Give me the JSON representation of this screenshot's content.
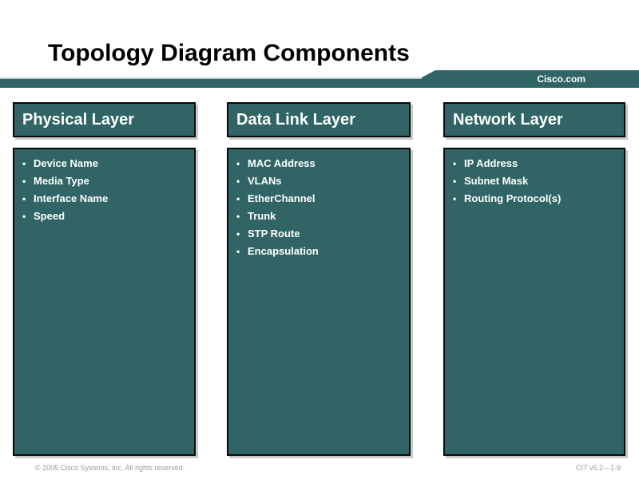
{
  "slide": {
    "title": "Topology Diagram Components",
    "brand": "Cisco.com",
    "footer_left": "© 2005 Cisco Systems, Inc. All rights reserved.",
    "footer_right": "CIT v5.2—1-9"
  },
  "colors": {
    "teal": "#316565",
    "box_border": "#0a0a0a",
    "box_shadow": "#c9c9c9",
    "footer_text": "#9b9b9b",
    "title_text": "#000000",
    "header_text": "#ffffff"
  },
  "columns": [
    {
      "header": "Physical Layer",
      "items": [
        "Device Name",
        "Media Type",
        "Interface Name",
        "Speed"
      ]
    },
    {
      "header": "Data Link Layer",
      "items": [
        "MAC Address",
        "VLANs",
        "EtherChannel",
        "Trunk",
        "STP Route",
        "Encapsulation"
      ]
    },
    {
      "header": "Network Layer",
      "items": [
        "IP Address",
        "Subnet Mask",
        "Routing Protocol(s)"
      ]
    }
  ]
}
